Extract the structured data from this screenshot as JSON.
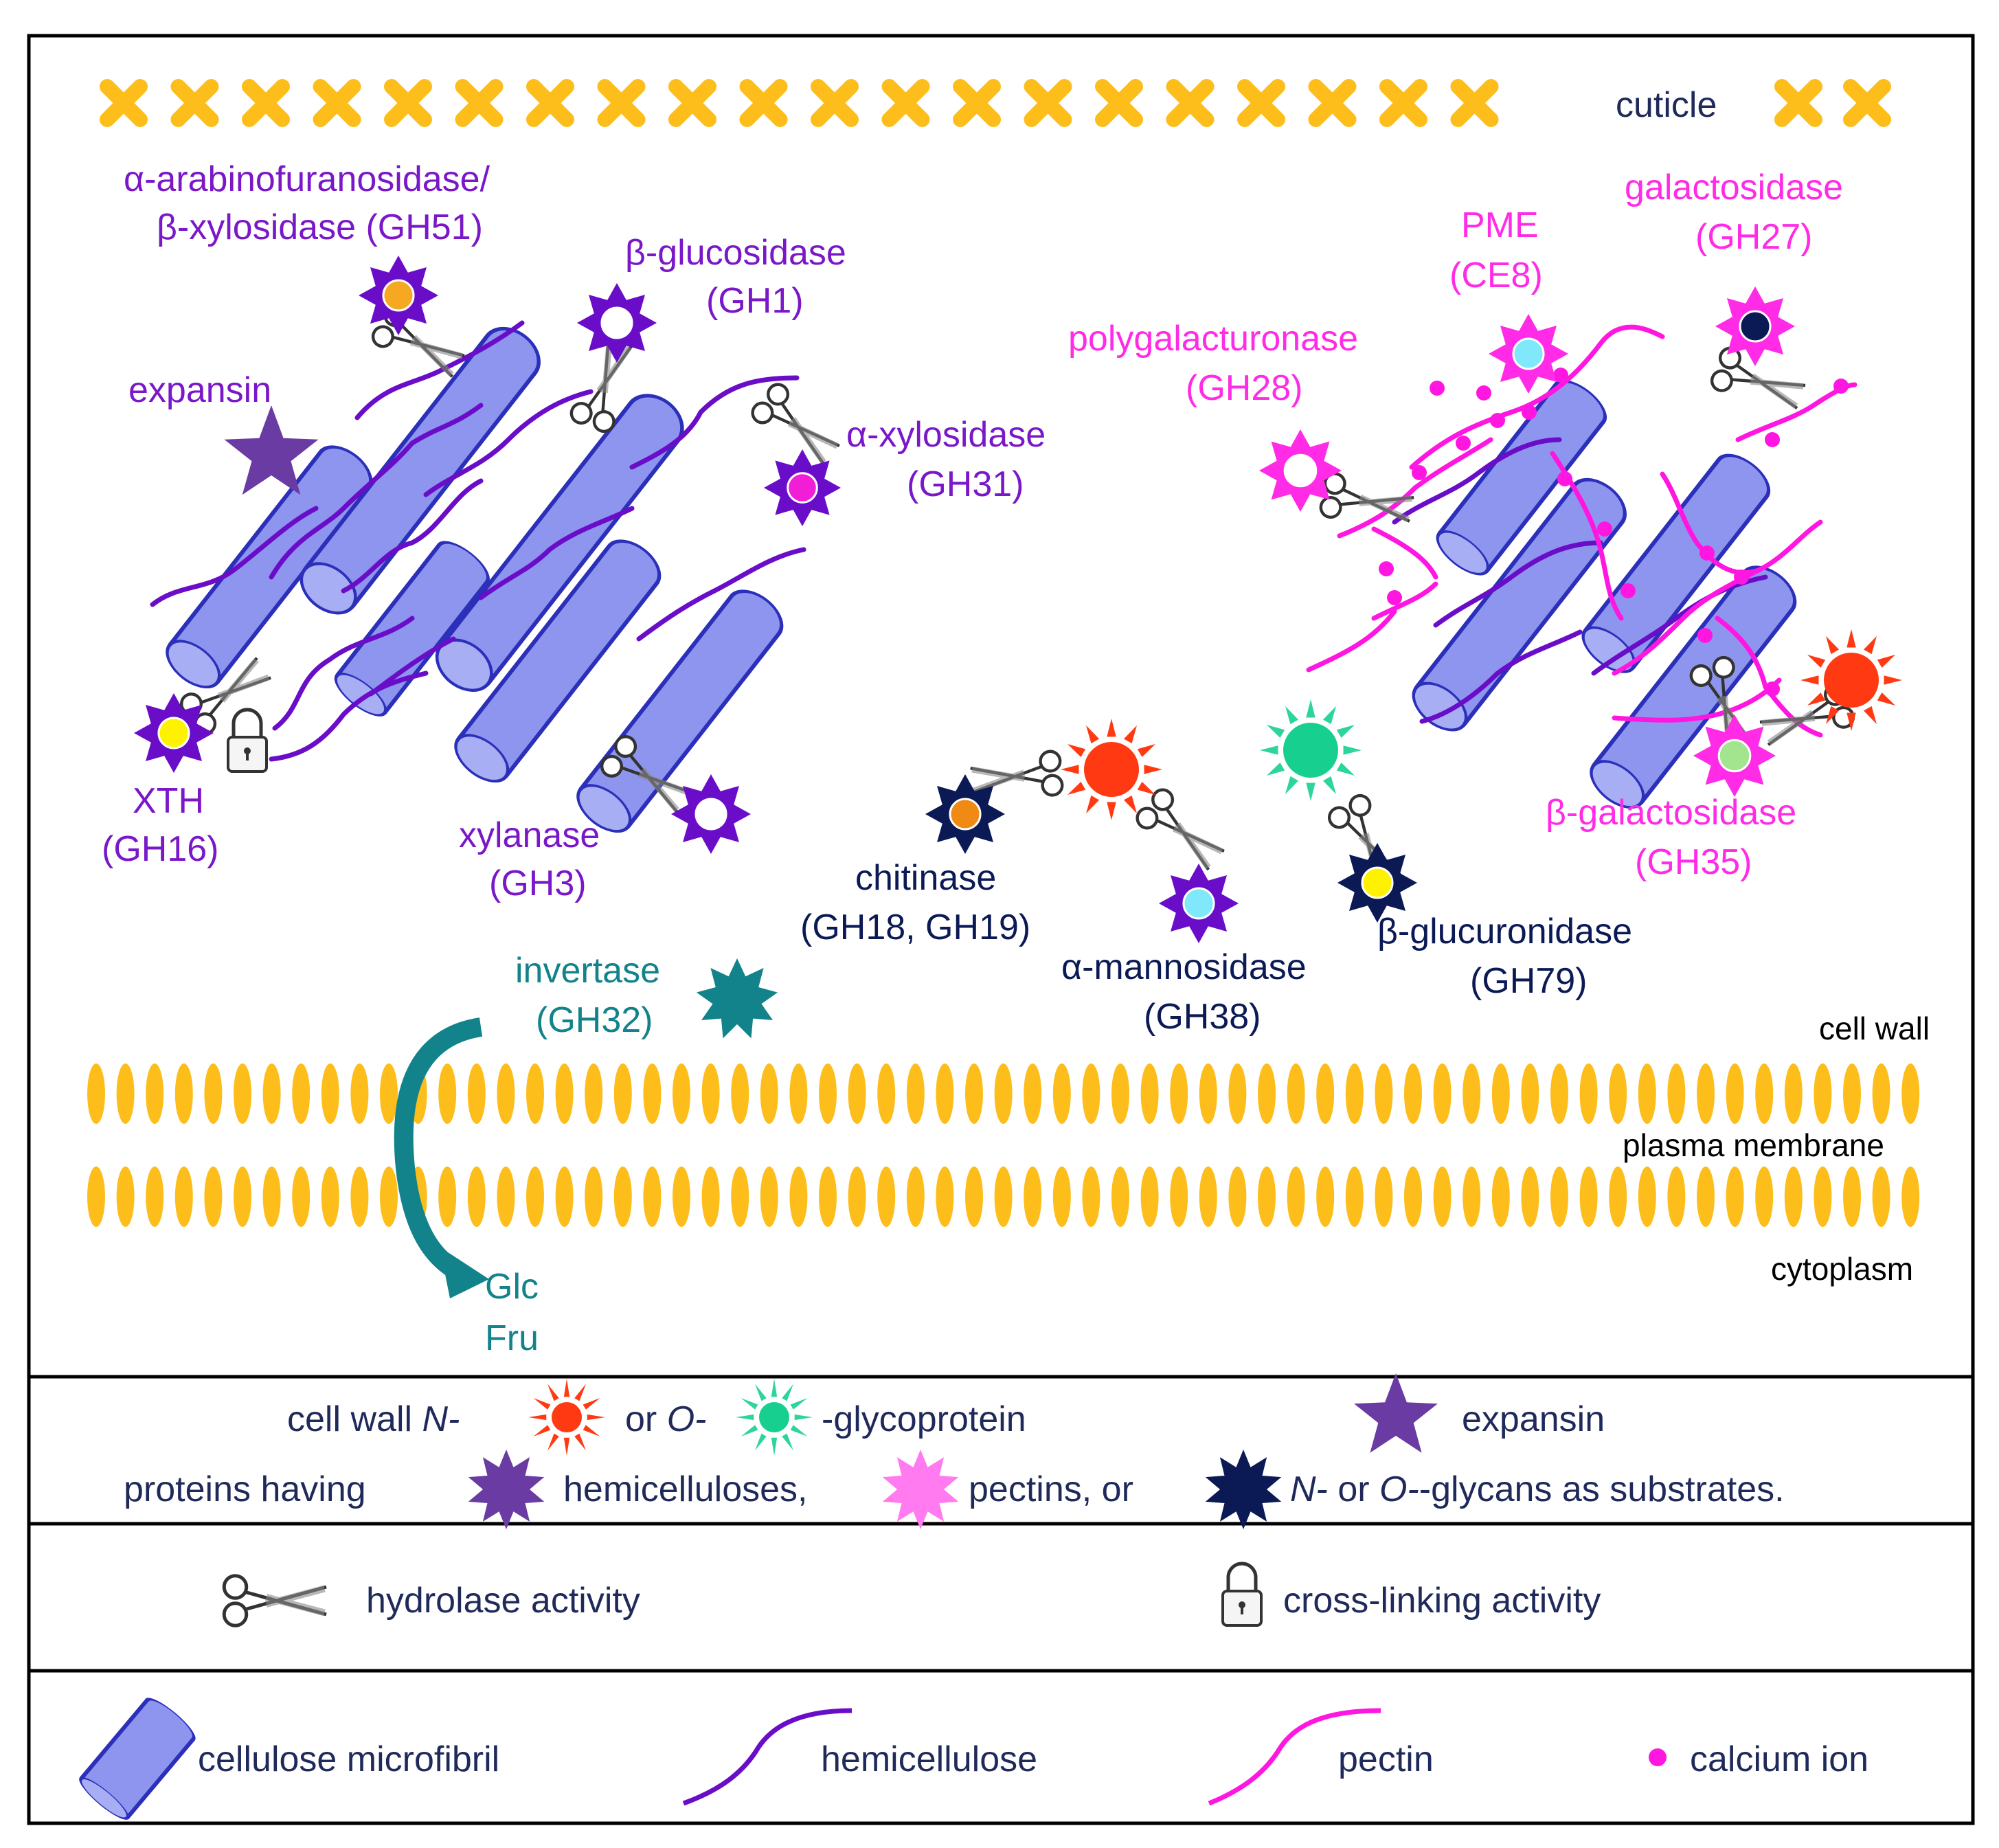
{
  "colors": {
    "cuticle": "#FDBE1B",
    "membrane": "#FDBE1B",
    "microfibril_fill": "#8E95EE",
    "microfibril_stroke": "#2B2FB9",
    "hemicellulose": "#6A0DC8",
    "pectin": "#FF16E0",
    "hemi_enzyme": "#6A0DC8",
    "pectin_enzyme": "#FF2BE6",
    "glycan_enzyme": "#0B1A55",
    "invertase": "#12838A",
    "n_glyco": "#FF3A12",
    "o_glyco": "#17D08F",
    "expansin": "#6A3CA3",
    "legend_text": "#1F2A5A"
  },
  "labels": {
    "cuticle": "cuticle",
    "cell_wall": "cell wall",
    "plasma_membrane": "plasma membrane",
    "cytoplasm": "cytoplasm",
    "glc": "Glc",
    "fru": "Fru",
    "arabino_1": "α-arabinofuranosidase/",
    "arabino_2": "β-xylosidase (GH51)",
    "bgluco_1": "β-glucosidase",
    "bgluco_2": "(GH1)",
    "expansin": "expansin",
    "axylo_1": "α-xylosidase",
    "axylo_2": "(GH31)",
    "xth_1": "XTH",
    "xth_2": "(GH16)",
    "xylanase_1": "xylanase",
    "xylanase_2": "(GH3)",
    "pme_1": "PME",
    "pme_2": "(CE8)",
    "galacto_1": "galactosidase",
    "galacto_2": "(GH27)",
    "polygal_1": "polygalacturonase",
    "polygal_2": "(GH28)",
    "bgalacto_1": "β-galactosidase",
    "bgalacto_2": "(GH35)",
    "chitinase_1": "chitinase",
    "chitinase_2": "(GH18, GH19)",
    "amanno_1": "α-mannosidase",
    "amanno_2": "(GH38)",
    "bglucur_1": "β-glucuronidase",
    "bglucur_2": "(GH79)",
    "invertase_1": "invertase",
    "invertase_2": "(GH32)"
  },
  "legend": {
    "row1_a": "cell wall ",
    "row1_n": "N-",
    "row1_or": "or ",
    "row1_o": "O-",
    "row1_b": "-glycoprotein",
    "row1_expansin": "expansin",
    "row2_a": "proteins having",
    "row2_hemi": "hemicelluloses,",
    "row2_pectin": "pectins, or",
    "row2_n": "N-",
    "row2_or": " or ",
    "row2_o": "O-",
    "row2_glycans": "-glycans as substrates.",
    "hydrolase": "hydrolase activity",
    "crosslink": "cross-linking activity",
    "cellulose": "cellulose microfibril",
    "hemicellulose": "hemicellulose",
    "pectin": "pectin",
    "calcium": "calcium ion"
  }
}
